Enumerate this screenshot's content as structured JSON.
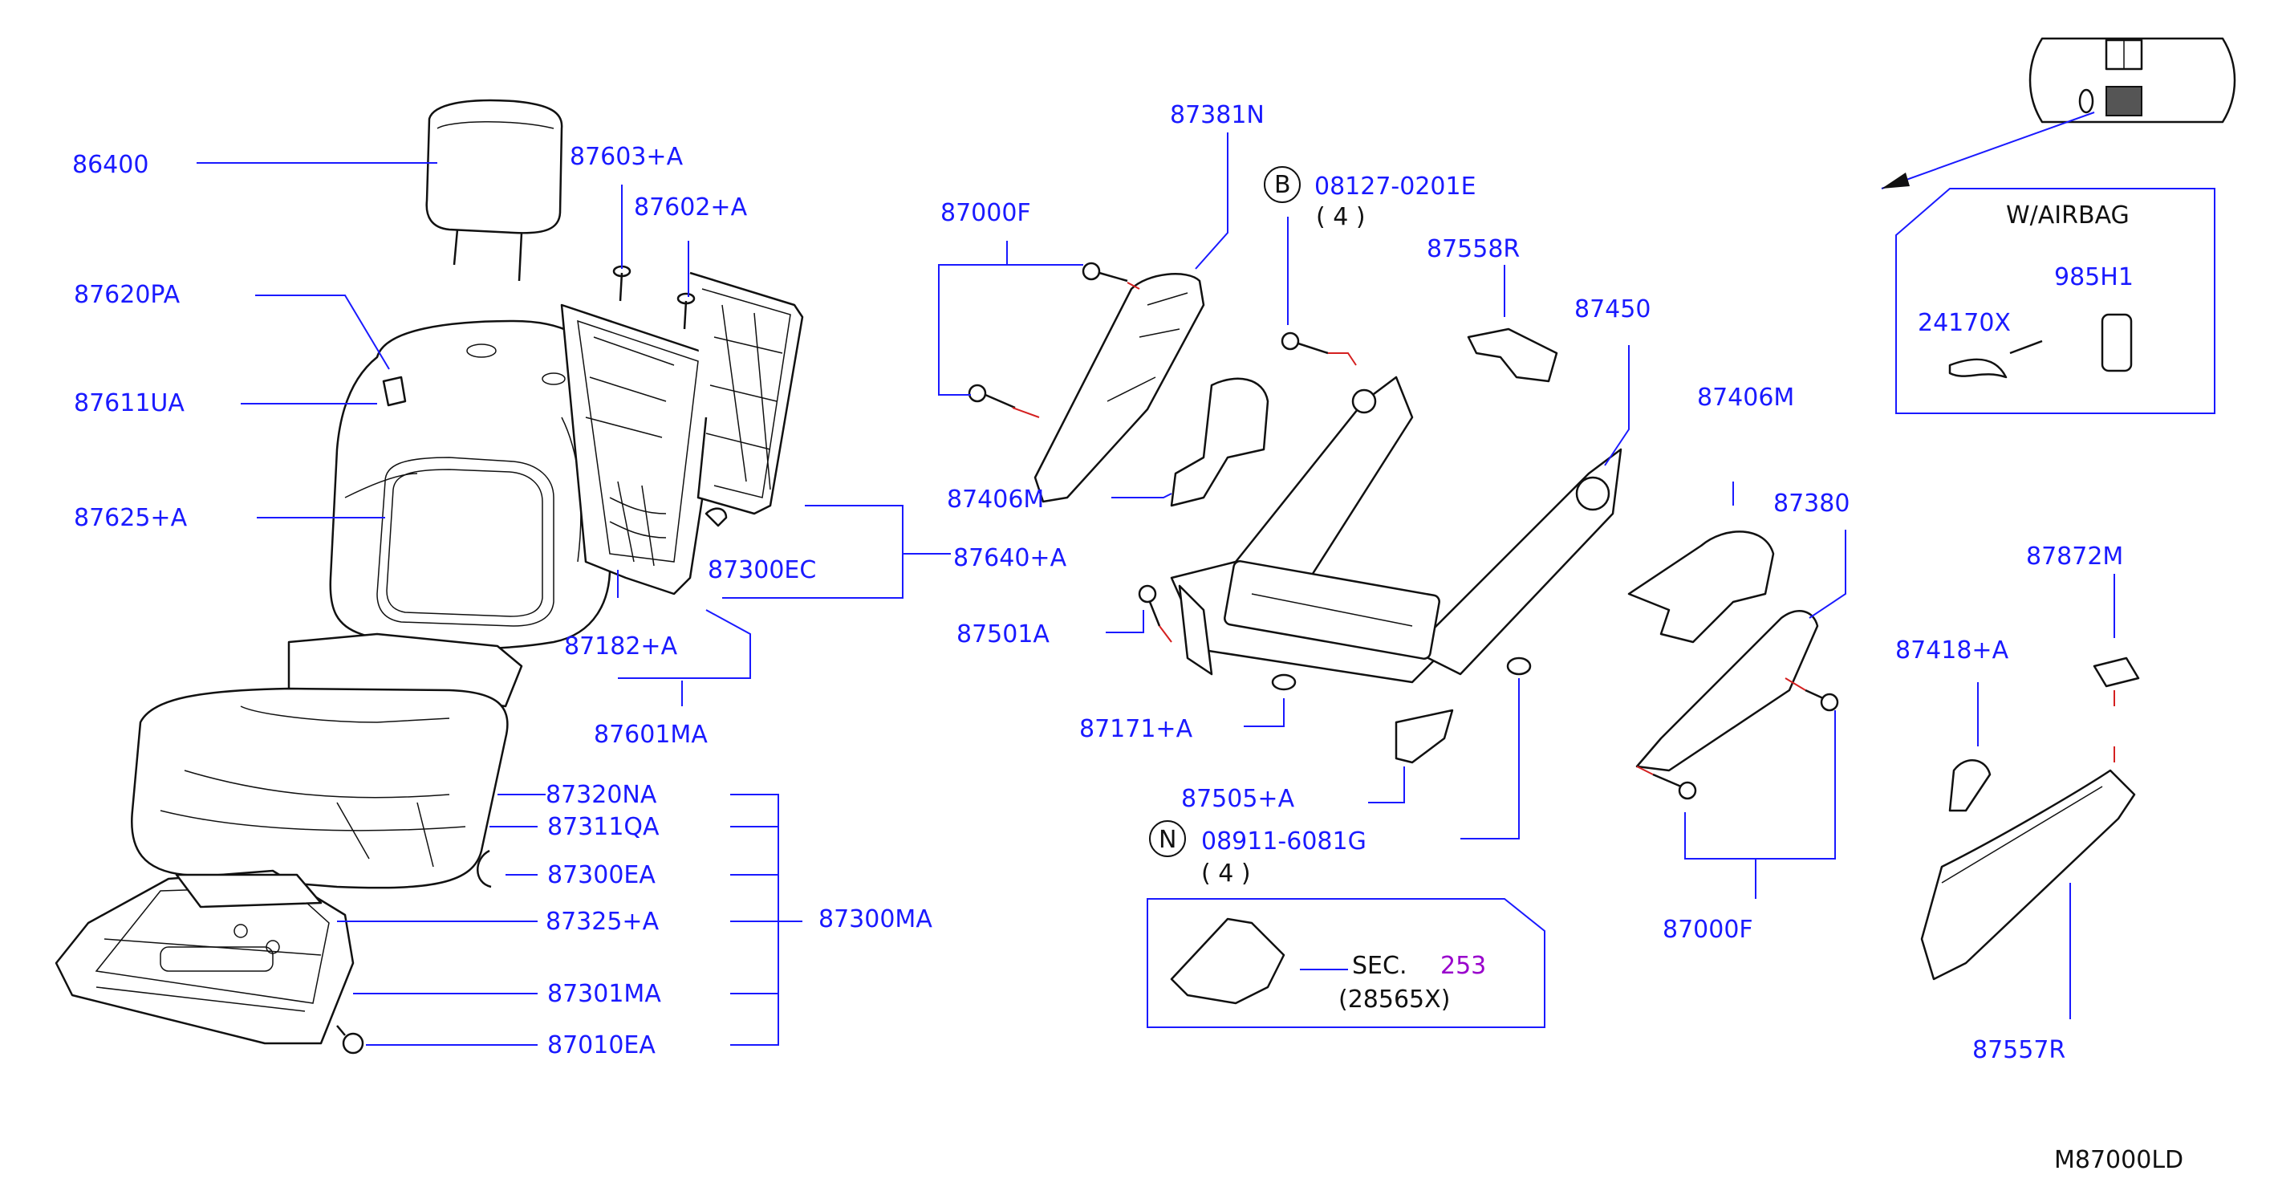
{
  "diagram": {
    "colors": {
      "label": "#1a1aff",
      "highlight": "#9900cc",
      "callout_red": "#d42020"
    },
    "labels": {
      "p86400": "86400",
      "p87603a": "87603+A",
      "p87602a": "87602+A",
      "p87620pa": "87620PA",
      "p87611ua": "87611UA",
      "p87625a": "87625+A",
      "p87300ec": "87300EC",
      "p87640a": "87640+A",
      "p87182a": "87182+A",
      "p87601ma": "87601MA",
      "p87320na": "87320NA",
      "p87311qa": "87311QA",
      "p87300ea": "87300EA",
      "p87325a": "87325+A",
      "p87300ma": "87300MA",
      "p87301ma": "87301MA",
      "p87010ea": "87010EA",
      "p87381n": "87381N",
      "p87000f_top": "87000F",
      "bolt_b_code": "08127-0201E",
      "bolt_b_qty": "( 4 )",
      "p87558r": "87558R",
      "p87450": "87450",
      "p87406m_left": "87406M",
      "p87406m_right": "87406M",
      "p87380": "87380",
      "p87501a": "87501A",
      "p87171a": "87171+A",
      "p87505a": "87505+A",
      "nut_n_code": "08911-6081G",
      "nut_n_qty": "( 4 )",
      "sec_prefix": "SEC.",
      "sec_number": "253",
      "sec_part": "(28565X)",
      "p87000f_bottom": "87000F",
      "p87872m": "87872M",
      "p87418a": "87418+A",
      "p87557r": "87557R",
      "airbag_title": "W/AIRBAG",
      "p24170x": "24170X",
      "p985h1": "985H1",
      "circle_b": "B",
      "circle_n": "N",
      "diagram_code": "M87000LD"
    }
  }
}
